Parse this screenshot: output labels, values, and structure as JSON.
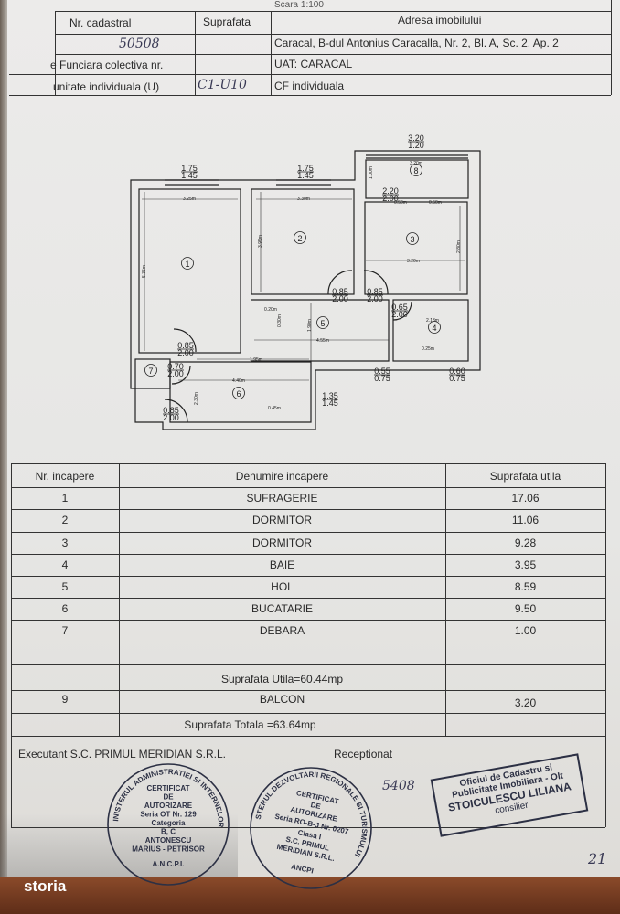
{
  "header": {
    "scale_text": "Scara 1:100",
    "col_cadastral": "Nr. cadastral",
    "col_suprafata": "Suprafata",
    "col_adresa": "Adresa imobilului",
    "cadastral_value": "50508",
    "address": "Caracal, B-dul Antonius Caracalla, Nr. 2, Bl. A, Sc. 2, Ap. 2",
    "row2_label": "e Funciara colectiva nr.",
    "uat": "UAT: CARACAL",
    "row3_label": "unitate individuala (U)",
    "unit_value": "C1-U10",
    "cf": "CF individuala"
  },
  "plan": {
    "rooms": [
      "1",
      "2",
      "3",
      "4",
      "5",
      "6",
      "7",
      "8"
    ],
    "openings": [
      {
        "top": "1.75",
        "bottom": "1.45"
      },
      {
        "top": "1.75",
        "bottom": "1.45"
      },
      {
        "top": "3.20",
        "bottom": "1.20"
      },
      {
        "top": "2.20",
        "bottom": "2.00"
      },
      {
        "top": "0.85",
        "bottom": "2.00"
      },
      {
        "top": "0.85",
        "bottom": "2.00"
      },
      {
        "top": "0.65",
        "bottom": "2.00"
      },
      {
        "top": "0.85",
        "bottom": "2.00"
      },
      {
        "top": "0.70",
        "bottom": "2.00"
      },
      {
        "top": "0.85",
        "bottom": "2.00"
      },
      {
        "top": "1.35",
        "bottom": "1.45"
      },
      {
        "top": "0.55",
        "bottom": "0.75"
      },
      {
        "top": "0.60",
        "bottom": "0.75"
      }
    ],
    "dims": [
      "3.25m",
      "3.30m",
      "3.20m",
      "5.35m",
      "3.95m",
      "2.80m",
      "3.20m",
      "0.50m",
      "0.50m",
      "0.20m",
      "4.55m",
      "1.95m",
      "2.13m",
      "0.25m",
      "4.40m",
      "0.45m",
      "2.30m",
      "1.90m",
      "0.30m",
      "1.00m"
    ]
  },
  "rooms_table": {
    "headers": [
      "Nr. incapere",
      "Denumire incapere",
      "Suprafata utila"
    ],
    "rows": [
      {
        "nr": "1",
        "name": "SUFRAGERIE",
        "area": "17.06"
      },
      {
        "nr": "2",
        "name": "DORMITOR",
        "area": "11.06"
      },
      {
        "nr": "3",
        "name": "DORMITOR",
        "area": "9.28"
      },
      {
        "nr": "4",
        "name": "BAIE",
        "area": "3.95"
      },
      {
        "nr": "5",
        "name": "HOL",
        "area": "8.59"
      },
      {
        "nr": "6",
        "name": "BUCATARIE",
        "area": "9.50"
      },
      {
        "nr": "7",
        "name": "DEBARA",
        "area": "1.00"
      }
    ],
    "util_total": "Suprafata Utila=60.44mp",
    "balcony": {
      "nr": "9",
      "name": "BALCON",
      "area": "3.20"
    },
    "total": "Suprafata Totala =63.64mp"
  },
  "footer": {
    "executant": "Executant   S.C. PRIMUL MERIDIAN S.R.L.",
    "receptionat": "Receptionat",
    "stamp1": [
      "MINISTERUL ADMINISTRATIEI SI INTERNELOR",
      "CERTIFICAT",
      "DE",
      "AUTORIZARE",
      "Seria OT Nr. 129",
      "Categoria",
      "B, C",
      "ANTONESCU",
      "MARIUS - PETRISOR",
      "A.N.C.P.I."
    ],
    "stamp2": [
      "MINISTERUL DEZVOLTARII REGIONALE SI TURISMULUI",
      "CERTIFICAT",
      "DE",
      "AUTORIZARE",
      "Seria RO-B-J Nr. 0207",
      "Clasa I",
      "S.C. PRIMUL",
      "MERIDIAN S.R.L.",
      "ANCPI"
    ],
    "stamp3": [
      "Oficiul de Cadastru si",
      "Publicitate Imobiliara - Olt",
      "STOICULESCU LILIANA",
      "consilier"
    ],
    "handwritten_number": "5408",
    "page_number": "21"
  },
  "watermark": "storia"
}
